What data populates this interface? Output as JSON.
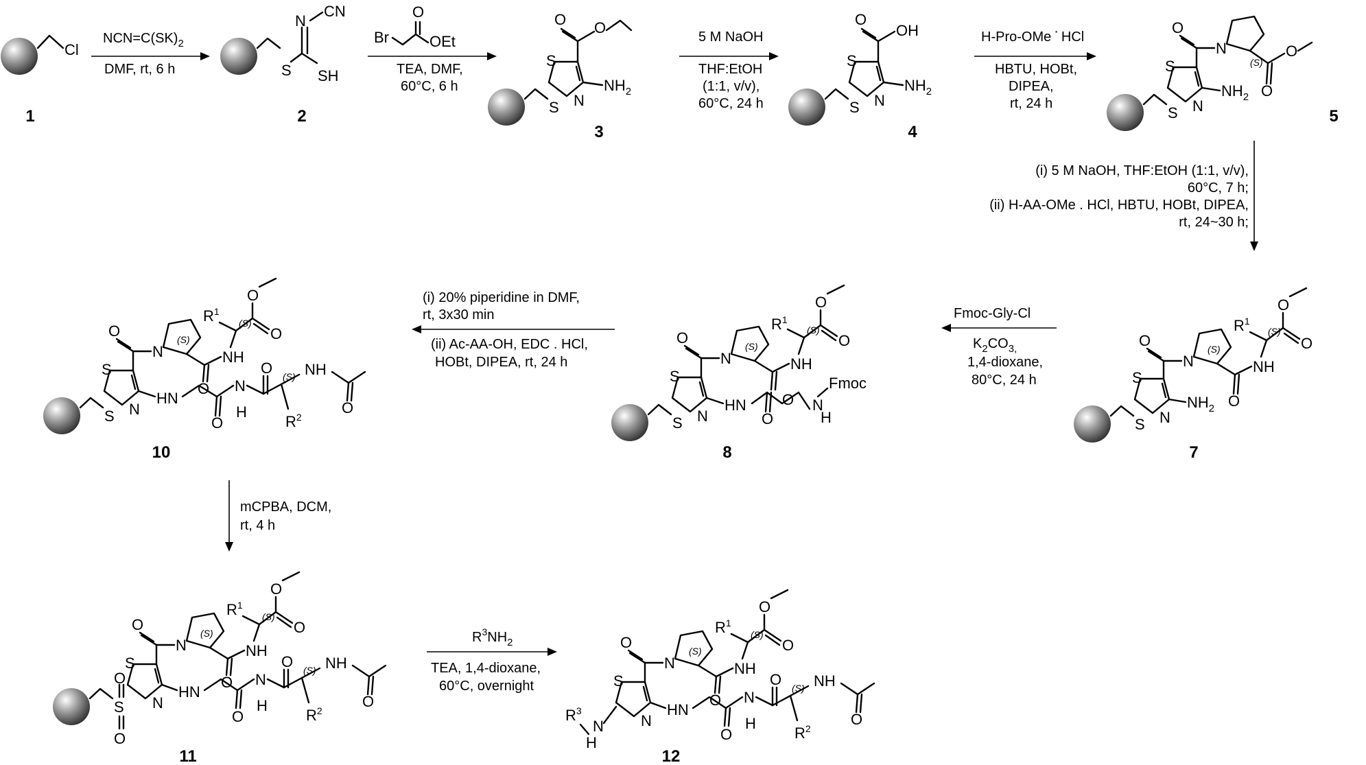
{
  "compounds": {
    "c1": "1",
    "c2": "2",
    "c3": "3",
    "c4": "4",
    "c5": "5",
    "c7": "7",
    "c8": "8",
    "c10": "10",
    "c11": "11",
    "c12": "12"
  },
  "conditions": {
    "s1": {
      "line1_a": "NCN=C(SK)",
      "line1_sub": "2",
      "line2": "DMF, rt, 6 h"
    },
    "s2": {
      "reagent_a": "Br",
      "reagent_b": "OEt",
      "reagent_c": "O",
      "line1": "TEA, DMF,",
      "line2": "60°C, 6 h"
    },
    "s3": {
      "line1": "5 M NaOH",
      "line2": "THF:EtOH",
      "line3": "(1:1, v/v),",
      "line4": "60°C, 24 h"
    },
    "s4": {
      "line1_a": "H-Pro-OMe",
      "line1_b": "·",
      "line1_c": "HCl",
      "line2": "HBTU, HOBt,",
      "line3": "DIPEA,",
      "line4": "rt, 24 h"
    },
    "s5": {
      "line1": "(i) 5 M NaOH, THF:EtOH (1:1, v/v),",
      "line2": "60°C, 7 h;",
      "line3": "(ii) H-AA-OMe . HCl, HBTU, HOBt, DIPEA,",
      "line4": "rt, 24~30 h;"
    },
    "s6": {
      "line1": "Fmoc-Gly-Cl",
      "line2_a": "K",
      "line2_sub": "2",
      "line2_b": "CO",
      "line2_sub2": "3,",
      "line3": "1,4-dioxane,",
      "line4": "80°C, 24 h"
    },
    "s7": {
      "line1": "(i) 20% piperidine in DMF,",
      "line2": "rt, 3x30 min",
      "line3": "(ii) Ac-AA-OH, EDC . HCl,",
      "line4": "HOBt, DIPEA, rt, 24 h"
    },
    "s8": {
      "line1": "mCPBA, DCM,",
      "line2": "rt, 4 h"
    },
    "s9": {
      "line1_a": "R",
      "line1_sup": "3",
      "line1_b": "NH",
      "line1_sub": "2",
      "line2": "TEA, 1,4-dioxane,",
      "line3": "60°C, overnight"
    }
  },
  "atoms": {
    "Cl": "Cl",
    "S": "S",
    "N": "N",
    "CN": "CN",
    "SH": "SH",
    "O": "O",
    "OH": "OH",
    "NH2_a": "NH",
    "NH2_sub": "2",
    "NH": "NH",
    "HN": "HN",
    "H": "H",
    "Fmoc": "Fmoc",
    "R": "R",
    "sup1": "1",
    "sup2": "2",
    "sup3": "3",
    "stereo": "(S)"
  },
  "colors": {
    "bead_light": "#ffffff",
    "bead_mid": "#9a9a9a",
    "bead_dark": "#2a2a2a",
    "ink": "#000000"
  }
}
